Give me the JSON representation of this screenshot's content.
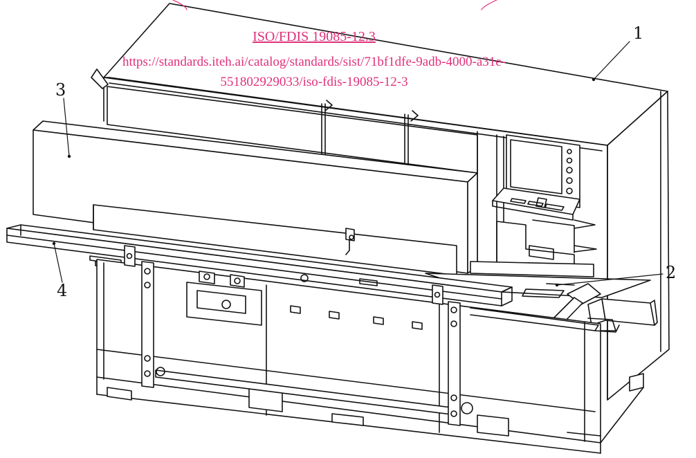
{
  "watermark": {
    "line1": "ISO/FDIS 19085-12.3",
    "line2": "https://standards.iteh.ai/catalog/standards/sist/71bf1dfe-9adb-4000-a31e-",
    "line3": "551802929033/iso-fdis-19085-12-3"
  },
  "callouts": {
    "c1": "1",
    "c2": "2",
    "c3": "3",
    "c4": "4"
  },
  "colors": {
    "line": "#111111",
    "watermark": "#e0307a",
    "background": "#ffffff"
  }
}
